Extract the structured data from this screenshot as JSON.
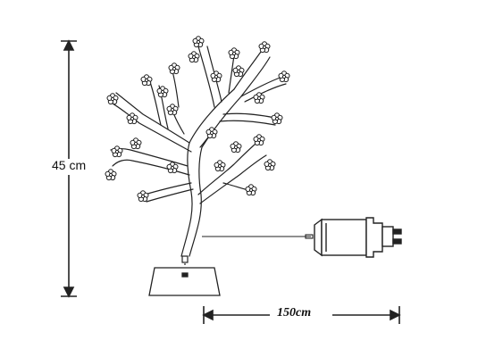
{
  "dimensions": {
    "height_label": "45 cm",
    "cable_length_label": "150cm"
  },
  "colors": {
    "line": "#222222",
    "background": "#ffffff"
  },
  "icons": {
    "tree": "bonsai-tree-illustration",
    "adapter": "power-adapter-plug"
  }
}
